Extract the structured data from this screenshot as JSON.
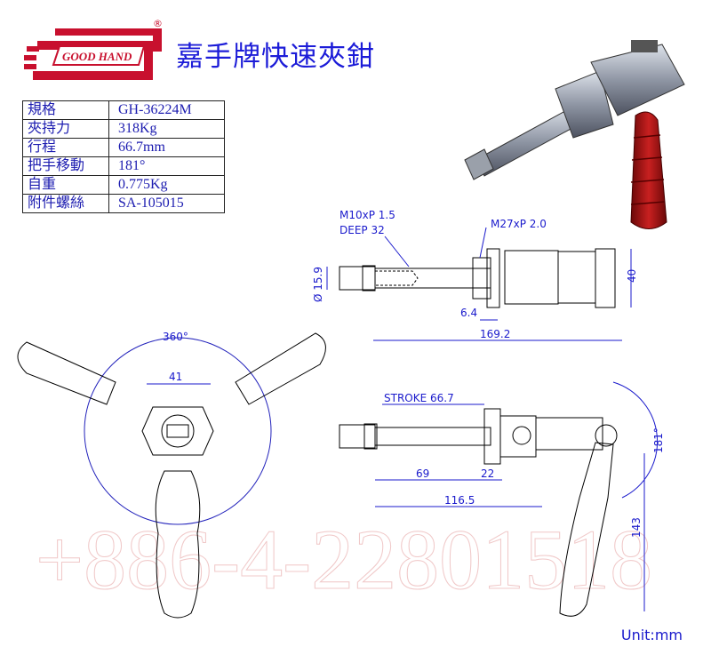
{
  "logo": {
    "brand": "GOOD HAND",
    "mark": "®"
  },
  "title": "嘉手牌快速夾鉗",
  "spec_table": [
    {
      "label": "規格",
      "value": "GH-36224M"
    },
    {
      "label": "夾持力",
      "value": "318Kg"
    },
    {
      "label": "行程",
      "value": "66.7mm"
    },
    {
      "label": "把手移動",
      "value": "181°"
    },
    {
      "label": "自重",
      "value": "0.775Kg"
    },
    {
      "label": "附件螺絲",
      "value": "SA-105015"
    }
  ],
  "watermark": "+886-4-22801518",
  "dimensions": {
    "thread_small_1": "M10xP 1.5",
    "thread_small_2": "DEEP 32",
    "thread_large": "M27xP 2.0",
    "diameter": "Ø 15.9",
    "height": "40",
    "nut": "6.4",
    "length": "169.2",
    "rotation": "360°",
    "width": "41",
    "stroke": "STROKE 66.7",
    "d69": "69",
    "d22": "22",
    "d116": "116.5",
    "angle": "181°",
    "handle": "143"
  },
  "colors": {
    "accent": "#1a1acc",
    "brand": "#c8102e",
    "handle": "#a81010"
  },
  "unit": "Unit:mm"
}
